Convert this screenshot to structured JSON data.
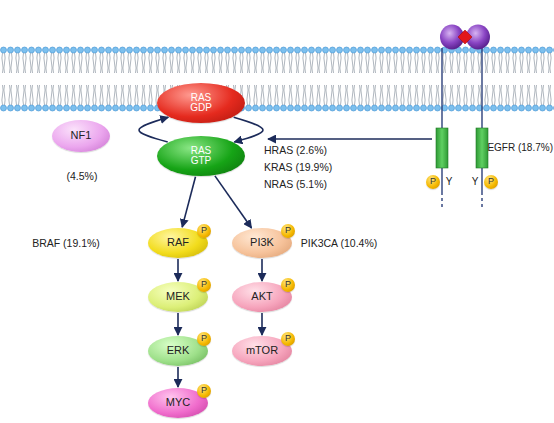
{
  "diagram": {
    "nodes": [
      {
        "text": [
          "RAS GDP"
        ]
      },
      {
        "text": [
          "NF1"
        ]
      },
      {
        "text": [
          "RAS GTP"
        ]
      },
      {
        "text": [
          "P"
        ]
      },
      {
        "text": [
          "P"
        ]
      },
      {
        "text": [
          "RAF"
        ]
      },
      {
        "text": [
          "P"
        ]
      },
      {
        "text": [
          "PI3K"
        ]
      },
      {
        "text": [
          "P"
        ]
      },
      {
        "text": [
          "MEK"
        ]
      },
      {
        "text": [
          "P"
        ]
      },
      {
        "text": [
          "AKT"
        ]
      },
      {
        "text": [
          "P"
        ]
      },
      {
        "text": [
          "ERK"
        ]
      },
      {
        "text": [
          "P"
        ]
      },
      {
        "text": [
          "mTOR"
        ]
      },
      {
        "text": [
          "P"
        ]
      },
      {
        "text": [
          "MYC"
        ]
      },
      {
        "text": [
          "P"
        ]
      }
    ],
    "edges": [
      {
        "from": 0,
        "to": 2,
        "arrow": "to"
      },
      {
        "from": 2,
        "to": 0,
        "arrow": "to"
      },
      {
        "from": 2,
        "to": 5,
        "arrow": "to"
      },
      {
        "from": 2,
        "to": 7,
        "arrow": "to"
      },
      {
        "from": 5,
        "to": 9,
        "arrow": "to"
      },
      {
        "from": 9,
        "to": 13,
        "arrow": "to"
      },
      {
        "from": 13,
        "to": 17,
        "arrow": "to"
      },
      {
        "from": 7,
        "to": 11,
        "arrow": "to"
      },
      {
        "from": 11,
        "to": 15,
        "arrow": "to"
      }
    ],
    "labels": [
      "(4.5%)",
      "HRAS (2.6%)",
      "KRAS (19.9%)",
      "NRAS (5.1%)",
      "EGFR (18.7%)",
      "Y",
      "Y",
      "BRAF (19.1%)",
      "PIK3CA (10.4%)"
    ]
  }
}
